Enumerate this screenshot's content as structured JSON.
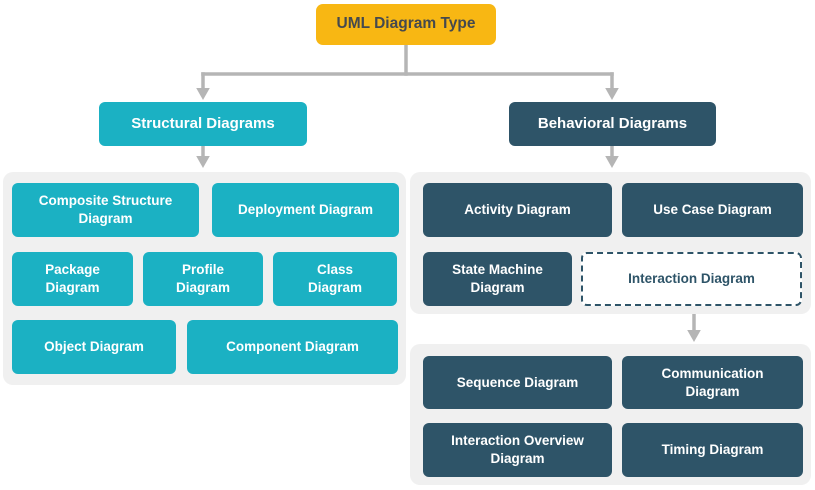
{
  "title": "UML Diagram Type",
  "colors": {
    "root_bg": "#F8B713",
    "root_text": "#45494E",
    "teal": "#1BB1C3",
    "slate": "#2E5468",
    "panel": "#F0F0F0",
    "arrow": "#B5B5B5",
    "node_text": "#FFFFFF"
  },
  "root": {
    "label": "UML Diagram Type"
  },
  "structural": {
    "header": "Structural Diagrams",
    "items": [
      "Composite Structure\nDiagram",
      "Deployment Diagram",
      "Package\nDiagram",
      "Profile\nDiagram",
      "Class\nDiagram",
      "Object Diagram",
      "Component Diagram"
    ]
  },
  "behavioral": {
    "header": "Behavioral Diagrams",
    "items": [
      "Activity Diagram",
      "Use Case Diagram",
      "State Machine\nDiagram"
    ],
    "interaction": {
      "label": "Interaction Diagram",
      "children": [
        "Sequence Diagram",
        "Communication\nDiagram",
        "Interaction Overview\nDiagram",
        "Timing Diagram"
      ]
    }
  }
}
